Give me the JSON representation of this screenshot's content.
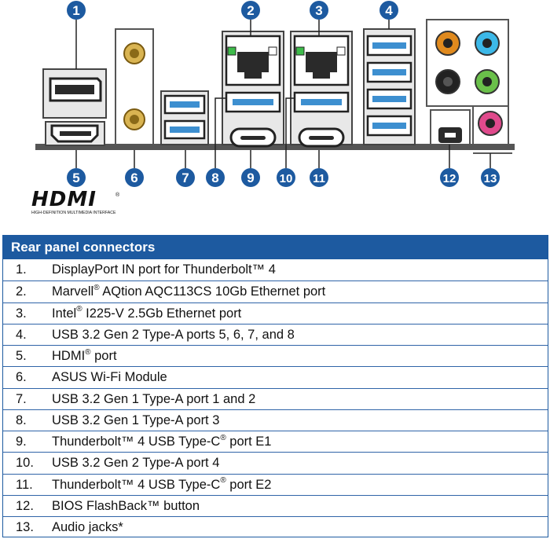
{
  "logo": {
    "wordmark": "HDMI",
    "tagline": "HIGH-DEFINITION MULTIMEDIA INTERFACE"
  },
  "callouts": [
    "1",
    "2",
    "3",
    "4",
    "5",
    "6",
    "7",
    "8",
    "9",
    "10",
    "11",
    "12",
    "13"
  ],
  "table": {
    "title": "Rear panel connectors",
    "rows": [
      {
        "num": "1.",
        "parts": [
          {
            "t": "DisplayPort IN port for Thunderbolt™ 4"
          }
        ]
      },
      {
        "num": "2.",
        "parts": [
          {
            "t": "Marvell"
          },
          {
            "s": "®"
          },
          {
            "t": " AQtion AQC113CS 10Gb Ethernet port"
          }
        ]
      },
      {
        "num": "3.",
        "parts": [
          {
            "t": "Intel"
          },
          {
            "s": "®"
          },
          {
            "t": " I225-V 2.5Gb Ethernet port"
          }
        ]
      },
      {
        "num": "4.",
        "parts": [
          {
            "t": "USB 3.2 Gen 2 Type-A ports 5, 6, 7, and 8"
          }
        ]
      },
      {
        "num": "5.",
        "parts": [
          {
            "t": "HDMI"
          },
          {
            "s": "®"
          },
          {
            "t": " port"
          }
        ]
      },
      {
        "num": "6.",
        "parts": [
          {
            "t": "ASUS Wi-Fi Module"
          }
        ]
      },
      {
        "num": "7.",
        "parts": [
          {
            "t": "USB 3.2 Gen 1 Type-A port 1 and 2"
          }
        ]
      },
      {
        "num": "8.",
        "parts": [
          {
            "t": "USB 3.2 Gen 1 Type-A port 3"
          }
        ]
      },
      {
        "num": "9.",
        "parts": [
          {
            "t": "Thunderbolt™ 4 USB Type-C"
          },
          {
            "s": "®"
          },
          {
            "t": " port E1"
          }
        ]
      },
      {
        "num": "10.",
        "parts": [
          {
            "t": "USB 3.2 Gen 2 Type-A port 4"
          }
        ]
      },
      {
        "num": "11.",
        "parts": [
          {
            "t": "Thunderbolt™ 4 USB Type-C"
          },
          {
            "s": "®"
          },
          {
            "t": " port E2"
          }
        ]
      },
      {
        "num": "12.",
        "parts": [
          {
            "t": "BIOS FlashBack™ button"
          }
        ]
      },
      {
        "num": "13.",
        "parts": [
          {
            "t": "Audio jacks*"
          }
        ]
      }
    ]
  },
  "colors": {
    "accent_blue": "#1d5aa0",
    "usb_blue": "#3d8fd0",
    "audio_orange": "#e08a1e",
    "audio_cyan": "#3cb8e8",
    "audio_green": "#6ac04a",
    "audio_pink": "#e04a8c",
    "audio_black": "#222222",
    "led_green": "#3dbb4a",
    "antenna_gold": "#c8a23a"
  }
}
